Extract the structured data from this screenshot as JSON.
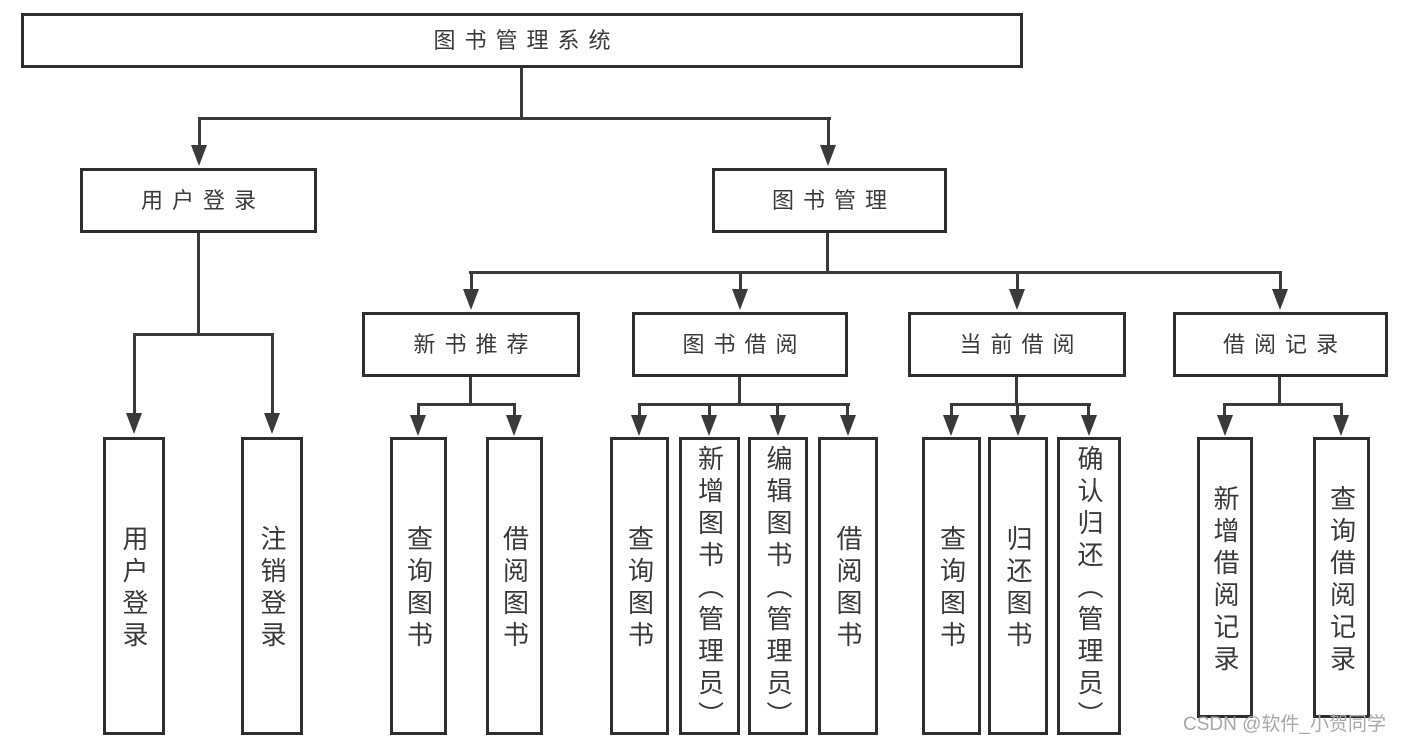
{
  "diagram": {
    "root": {
      "label": "图书管理系统"
    },
    "level2": [
      {
        "label": "用户登录"
      },
      {
        "label": "图书管理"
      }
    ],
    "level3": [
      {
        "label": "新书推荐"
      },
      {
        "label": "图书借阅"
      },
      {
        "label": "当前借阅"
      },
      {
        "label": "借阅记录"
      }
    ],
    "leaves": {
      "user_login": [
        "用户登录",
        "注销登录"
      ],
      "new_book_recommend": [
        "查询图书",
        "借阅图书"
      ],
      "book_borrow": [
        "查询图书",
        "新增图书（管理员）",
        "编辑图书（管理员）",
        "借阅图书"
      ],
      "current_borrow": [
        "查询图书",
        "归还图书",
        "确认归还（管理员）"
      ],
      "borrow_records": [
        "新增借阅记录",
        "查询借阅记录"
      ]
    }
  },
  "watermark": "CSDN @软件_小贺同学",
  "colors": {
    "line": "#3a3a3a",
    "border": "#2e2e2e",
    "text": "#3a3a3a",
    "watermark": "#a8a8a8",
    "bg": "#ffffff"
  }
}
